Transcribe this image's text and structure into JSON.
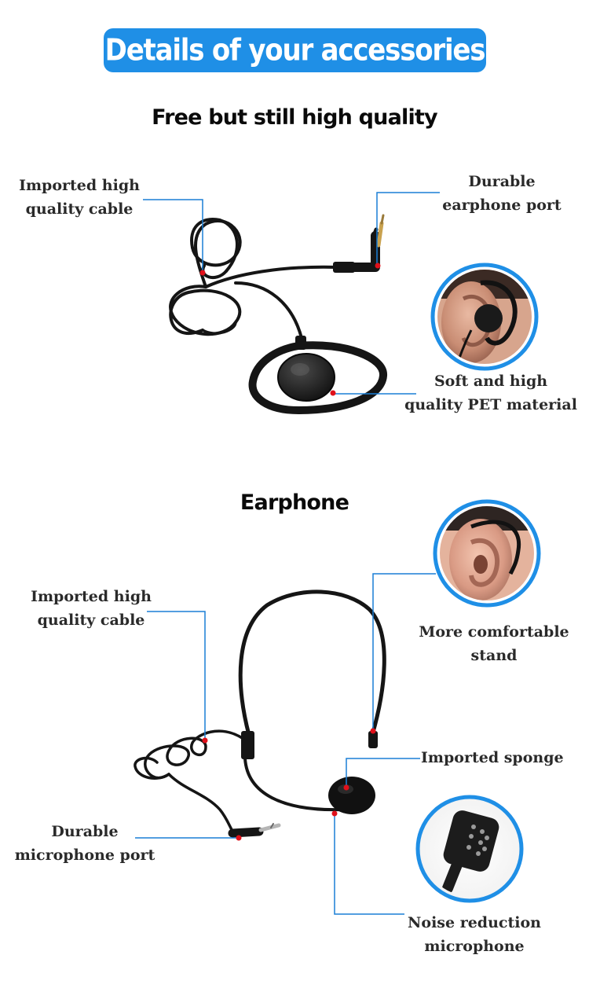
{
  "header": {
    "banner_title": "Details of your accessories"
  },
  "section_d_earphone": {
    "title": "Free but still high quality",
    "callouts": {
      "cable": [
        "Imported high",
        "quality cable"
      ],
      "port": [
        "Durable",
        "earphone port"
      ],
      "material": [
        "Soft and high",
        "quality PET material"
      ]
    }
  },
  "section_headset": {
    "title": "Earphone",
    "callouts": {
      "cable": [
        "Imported high",
        "quality cable"
      ],
      "stand": [
        "More comfortable",
        "stand"
      ],
      "sponge": [
        "Imported sponge"
      ],
      "port": [
        "Durable",
        "microphone port"
      ],
      "microphone": [
        "Noise reduction",
        "microphone"
      ]
    }
  },
  "colors": {
    "banner": "#1f8fe6",
    "leader_line": "#1a7fd6",
    "marker_dot": "#e0101a",
    "circle_ring": "#1f8fe6"
  }
}
